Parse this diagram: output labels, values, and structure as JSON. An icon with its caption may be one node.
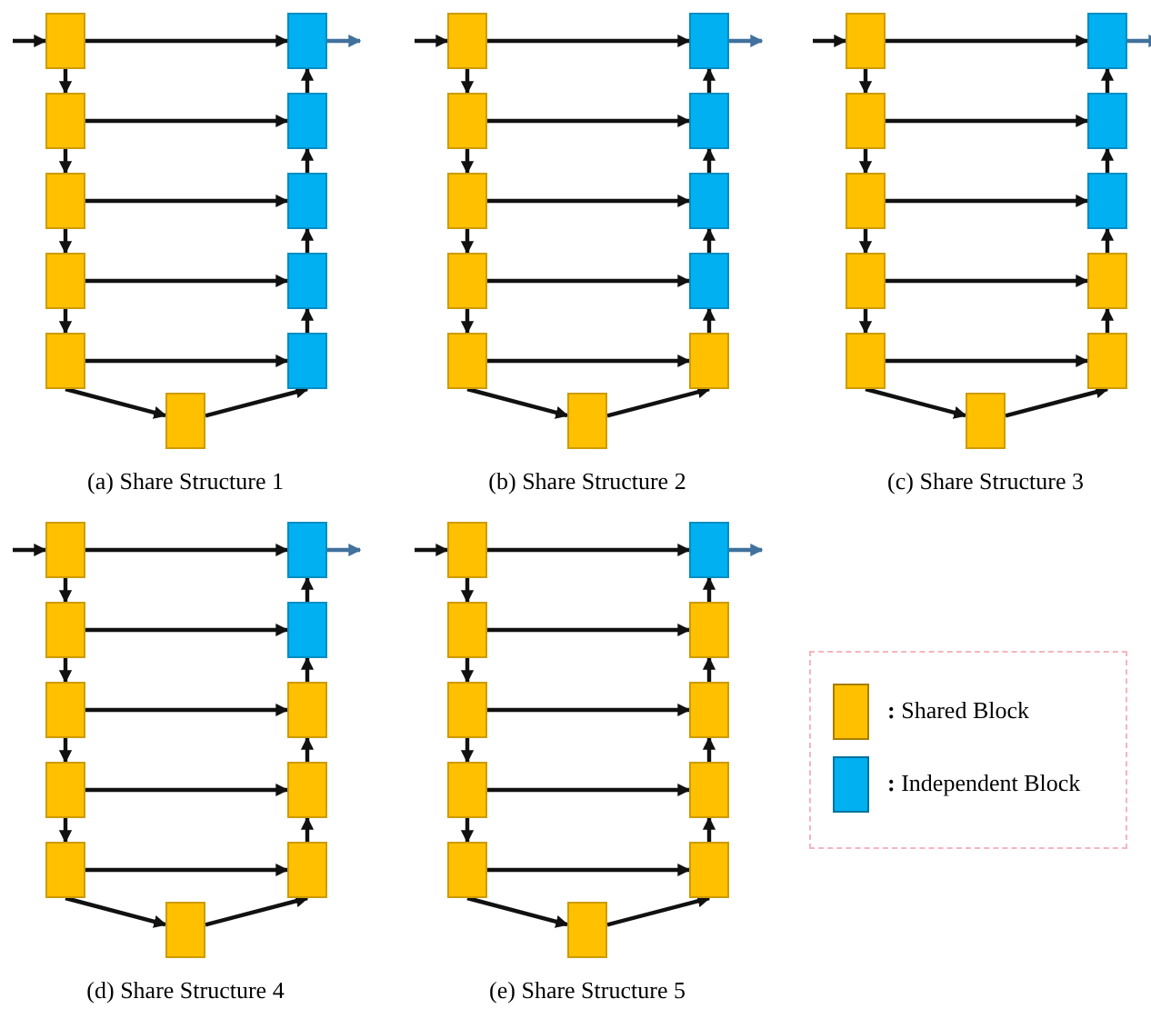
{
  "diagram": {
    "nodes": [
      {
        "text": [],
        "shape": "box"
      },
      {
        "text": [],
        "shape": "box"
      },
      {
        "text": [],
        "shape": "box"
      },
      {
        "text": [],
        "shape": "box"
      },
      {
        "text": [],
        "shape": "box"
      },
      {
        "text": [],
        "shape": "box"
      },
      {
        "text": [],
        "shape": "box"
      },
      {
        "text": [],
        "shape": "box"
      },
      {
        "text": [],
        "shape": "box"
      },
      {
        "text": [],
        "shape": "box"
      },
      {
        "text": [],
        "shape": "box"
      },
      {
        "text": [],
        "shape": "box"
      },
      {
        "text": [],
        "shape": "box"
      },
      {
        "text": [],
        "shape": "box"
      },
      {
        "text": [],
        "shape": "box"
      },
      {
        "text": [],
        "shape": "box"
      },
      {
        "text": [],
        "shape": "box"
      },
      {
        "text": [],
        "shape": "box"
      },
      {
        "text": [],
        "shape": "box"
      },
      {
        "text": [],
        "shape": "box"
      },
      {
        "text": [],
        "shape": "box"
      },
      {
        "text": [],
        "shape": "box"
      },
      {
        "text": [],
        "shape": "box"
      },
      {
        "text": [],
        "shape": "box"
      },
      {
        "text": [],
        "shape": "box"
      },
      {
        "text": [],
        "shape": "box"
      },
      {
        "text": [],
        "shape": "box"
      },
      {
        "text": [],
        "shape": "box"
      },
      {
        "text": [],
        "shape": "box"
      },
      {
        "text": [],
        "shape": "box"
      },
      {
        "text": [],
        "shape": "box"
      },
      {
        "text": [],
        "shape": "box"
      },
      {
        "text": [],
        "shape": "box"
      },
      {
        "text": [],
        "shape": "box"
      },
      {
        "text": [],
        "shape": "box"
      },
      {
        "text": [],
        "shape": "box"
      },
      {
        "text": [],
        "shape": "box"
      },
      {
        "text": [],
        "shape": "box"
      },
      {
        "text": [],
        "shape": "box"
      },
      {
        "text": [],
        "shape": "box"
      },
      {
        "text": [],
        "shape": "box"
      },
      {
        "text": [],
        "shape": "box"
      },
      {
        "text": [],
        "shape": "box"
      },
      {
        "text": [],
        "shape": "box"
      },
      {
        "text": [],
        "shape": "box"
      },
      {
        "text": [],
        "shape": "box"
      },
      {
        "text": [],
        "shape": "box"
      },
      {
        "text": [],
        "shape": "box"
      },
      {
        "text": [],
        "shape": "box"
      },
      {
        "text": [],
        "shape": "box"
      },
      {
        "text": [],
        "shape": "box"
      },
      {
        "text": [],
        "shape": "box"
      },
      {
        "text": [],
        "shape": "box"
      },
      {
        "text": [],
        "shape": "box"
      },
      {
        "text": [],
        "shape": "box"
      }
    ],
    "edges": [
      {
        "from": null,
        "to": 0,
        "arrow": "to"
      },
      {
        "from": 0,
        "to": 1,
        "arrow": "to"
      },
      {
        "from": 1,
        "to": null,
        "arrow": "to",
        "color": "#41719c"
      },
      {
        "from": 0,
        "to": 2,
        "arrow": "to"
      },
      {
        "from": 2,
        "to": 3,
        "arrow": "to"
      },
      {
        "from": 3,
        "to": 1,
        "arrow": "to"
      },
      {
        "from": 2,
        "to": 4,
        "arrow": "to"
      },
      {
        "from": 4,
        "to": 5,
        "arrow": "to"
      },
      {
        "from": 5,
        "to": 3,
        "arrow": "to"
      },
      {
        "from": 4,
        "to": 6,
        "arrow": "to"
      },
      {
        "from": 6,
        "to": 7,
        "arrow": "to"
      },
      {
        "from": 7,
        "to": 5,
        "arrow": "to"
      },
      {
        "from": 6,
        "to": 8,
        "arrow": "to"
      },
      {
        "from": 8,
        "to": 9,
        "arrow": "to"
      },
      {
        "from": 9,
        "to": 7,
        "arrow": "to"
      },
      {
        "from": 8,
        "to": 10,
        "arrow": "to"
      },
      {
        "from": 10,
        "to": 9,
        "arrow": "to"
      },
      {
        "from": null,
        "to": 11,
        "arrow": "to"
      },
      {
        "from": 11,
        "to": 12,
        "arrow": "to"
      },
      {
        "from": 12,
        "to": null,
        "arrow": "to",
        "color": "#41719c"
      },
      {
        "from": 11,
        "to": 13,
        "arrow": "to"
      },
      {
        "from": 13,
        "to": 14,
        "arrow": "to"
      },
      {
        "from": 14,
        "to": 12,
        "arrow": "to"
      },
      {
        "from": 13,
        "to": 15,
        "arrow": "to"
      },
      {
        "from": 15,
        "to": 16,
        "arrow": "to"
      },
      {
        "from": 16,
        "to": 14,
        "arrow": "to"
      },
      {
        "from": 15,
        "to": 17,
        "arrow": "to"
      },
      {
        "from": 17,
        "to": 18,
        "arrow": "to"
      },
      {
        "from": 18,
        "to": 16,
        "arrow": "to"
      },
      {
        "from": 17,
        "to": 19,
        "arrow": "to"
      },
      {
        "from": 19,
        "to": 20,
        "arrow": "to"
      },
      {
        "from": 20,
        "to": 18,
        "arrow": "to"
      },
      {
        "from": 19,
        "to": 21,
        "arrow": "to"
      },
      {
        "from": 21,
        "to": 20,
        "arrow": "to"
      },
      {
        "from": null,
        "to": 22,
        "arrow": "to"
      },
      {
        "from": 22,
        "to": 23,
        "arrow": "to"
      },
      {
        "from": 23,
        "to": null,
        "arrow": "to",
        "color": "#41719c"
      },
      {
        "from": 22,
        "to": 24,
        "arrow": "to"
      },
      {
        "from": 24,
        "to": 25,
        "arrow": "to"
      },
      {
        "from": 25,
        "to": 23,
        "arrow": "to"
      },
      {
        "from": 24,
        "to": 26,
        "arrow": "to"
      },
      {
        "from": 26,
        "to": 27,
        "arrow": "to"
      },
      {
        "from": 27,
        "to": 25,
        "arrow": "to"
      },
      {
        "from": 26,
        "to": 28,
        "arrow": "to"
      },
      {
        "from": 28,
        "to": 29,
        "arrow": "to"
      },
      {
        "from": 29,
        "to": 27,
        "arrow": "to"
      },
      {
        "from": 28,
        "to": 30,
        "arrow": "to"
      },
      {
        "from": 30,
        "to": 31,
        "arrow": "to"
      },
      {
        "from": 31,
        "to": 29,
        "arrow": "to"
      },
      {
        "from": 30,
        "to": 32,
        "arrow": "to"
      },
      {
        "from": 32,
        "to": 31,
        "arrow": "to"
      },
      {
        "from": null,
        "to": 33,
        "arrow": "to"
      },
      {
        "from": 33,
        "to": 34,
        "arrow": "to"
      },
      {
        "from": 34,
        "to": null,
        "arrow": "to",
        "color": "#41719c"
      },
      {
        "from": 33,
        "to": 35,
        "arrow": "to"
      },
      {
        "from": 35,
        "to": 36,
        "arrow": "to"
      },
      {
        "from": 36,
        "to": 34,
        "arrow": "to"
      },
      {
        "from": 35,
        "to": 37,
        "arrow": "to"
      },
      {
        "from": 37,
        "to": 38,
        "arrow": "to"
      },
      {
        "from": 38,
        "to": 36,
        "arrow": "to"
      },
      {
        "from": 37,
        "to": 39,
        "arrow": "to"
      },
      {
        "from": 39,
        "to": 40,
        "arrow": "to"
      },
      {
        "from": 40,
        "to": 38,
        "arrow": "to"
      },
      {
        "from": 39,
        "to": 41,
        "arrow": "to"
      },
      {
        "from": 41,
        "to": 42,
        "arrow": "to"
      },
      {
        "from": 42,
        "to": 40,
        "arrow": "to"
      },
      {
        "from": 41,
        "to": 43,
        "arrow": "to"
      },
      {
        "from": 43,
        "to": 42,
        "arrow": "to"
      },
      {
        "from": null,
        "to": 44,
        "arrow": "to"
      },
      {
        "from": 44,
        "to": 45,
        "arrow": "to"
      },
      {
        "from": 45,
        "to": null,
        "arrow": "to",
        "color": "#41719c"
      },
      {
        "from": 44,
        "to": 46,
        "arrow": "to"
      },
      {
        "from": 46,
        "to": 47,
        "arrow": "to"
      },
      {
        "from": 47,
        "to": 45,
        "arrow": "to"
      },
      {
        "from": 46,
        "to": 48,
        "arrow": "to"
      },
      {
        "from": 48,
        "to": 49,
        "arrow": "to"
      },
      {
        "from": 49,
        "to": 47,
        "arrow": "to"
      },
      {
        "from": 48,
        "to": 50,
        "arrow": "to"
      },
      {
        "from": 50,
        "to": 51,
        "arrow": "to"
      },
      {
        "from": 51,
        "to": 49,
        "arrow": "to"
      },
      {
        "from": 50,
        "to": 52,
        "arrow": "to"
      },
      {
        "from": 52,
        "to": 53,
        "arrow": "to"
      },
      {
        "from": 53,
        "to": 51,
        "arrow": "to"
      },
      {
        "from": 52,
        "to": 54,
        "arrow": "to"
      },
      {
        "from": 54,
        "to": 53,
        "arrow": "to"
      }
    ],
    "labels": [
      "(a) Share Structure 1",
      "(b) Share Structure 2",
      "(c) Share Structure 3",
      "(d) Share Structure 4",
      "(e) Share Structure 5"
    ],
    "legend": [
      {
        "text": "**:** Shared Block",
        "color": "#ffc000"
      },
      {
        "text": "**:** Independent Block",
        "color": "#00b0f0"
      }
    ]
  }
}
